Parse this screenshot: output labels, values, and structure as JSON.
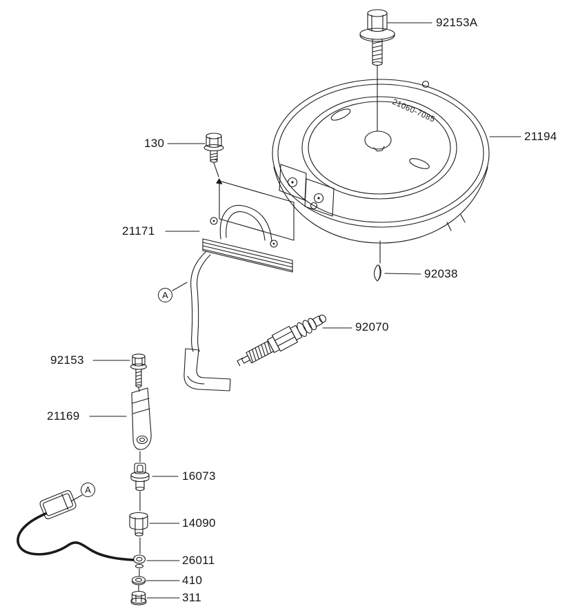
{
  "diagram": {
    "type": "exploded-parts-diagram",
    "background": "#ffffff",
    "line_color": "#1a1a1a",
    "flywheel_marking": "21060-7085",
    "labels": [
      {
        "id": "92153A",
        "text": "92153A"
      },
      {
        "id": "21194",
        "text": "21194"
      },
      {
        "id": "130",
        "text": "130"
      },
      {
        "id": "21171",
        "text": "21171"
      },
      {
        "id": "92038",
        "text": "92038"
      },
      {
        "id": "92070",
        "text": "92070"
      },
      {
        "id": "92153",
        "text": "92153"
      },
      {
        "id": "21169",
        "text": "21169"
      },
      {
        "id": "16073",
        "text": "16073"
      },
      {
        "id": "14090",
        "text": "14090"
      },
      {
        "id": "26011",
        "text": "26011"
      },
      {
        "id": "410",
        "text": "410"
      },
      {
        "id": "311",
        "text": "311"
      }
    ],
    "markers": [
      {
        "letter": "A"
      },
      {
        "letter": "A"
      }
    ]
  }
}
